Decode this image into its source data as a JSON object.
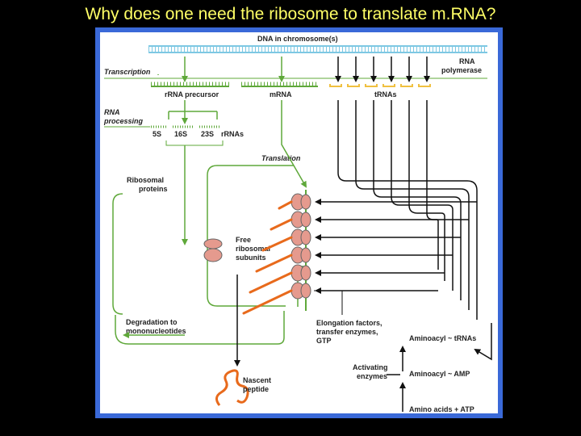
{
  "slide": {
    "title": "Why does one need the ribosome to translate m.RNA?"
  },
  "colors": {
    "background": "#000000",
    "title": "#ffff66",
    "frame": "#3a69d8",
    "green": "#5fa83a",
    "dna": "#7ec8e3",
    "ribosome": "#e59a8e",
    "peptide": "#e86a1c",
    "trna": "#f0c040"
  },
  "labels": {
    "dna": "DNA in chromosome(s)",
    "transcription": "Transcription",
    "rna_polymerase_1": "RNA",
    "rna_polymerase_2": "polymerase",
    "rrna_precursor": "rRNA precursor",
    "mrna": "mRNA",
    "trnas": "tRNAs",
    "rna_processing_1": "RNA",
    "rna_processing_2": "processing",
    "s5": "5S",
    "s16": "16S",
    "s23": "23S",
    "rrnas": "rRNAs",
    "translation": "Translation",
    "ribosomal_proteins_1": "Ribosomal",
    "ribosomal_proteins_2": "proteins",
    "free_subunits_1": "Free",
    "free_subunits_2": "ribosomal",
    "free_subunits_3": "subunits",
    "degradation_1": "Degradation to",
    "degradation_2": "mononucleotides",
    "elongation_1": "Elongation factors,",
    "elongation_2": "transfer enzymes,",
    "elongation_3": "GTP",
    "aminoacyl_trnas": "Aminoacyl ~ tRNAs",
    "activating_1": "Activating",
    "activating_2": "enzymes",
    "aminoacyl_amp": "Aminoacyl ~ AMP",
    "amino_acids_atp": "Amino acids + ATP",
    "nascent_1": "Nascent",
    "nascent_2": "peptide"
  }
}
